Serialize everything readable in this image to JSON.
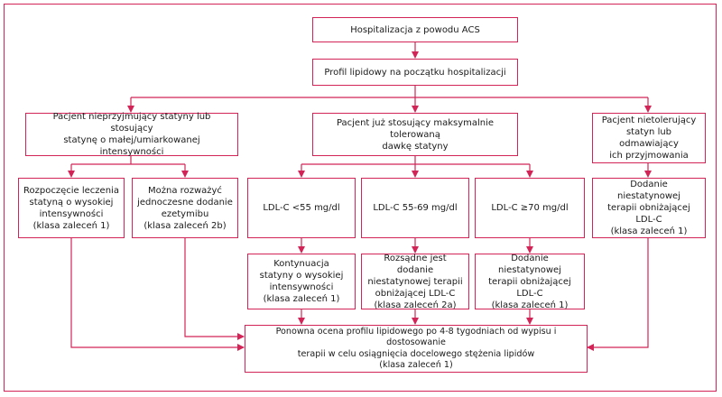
{
  "colors": {
    "accent": "#d22457",
    "text": "#1a1a1a",
    "background": "#ffffff"
  },
  "boxes": {
    "hospitalization": "Hospitalizacja z powodu ACS",
    "lipid_profile": "Profil lipidowy na początku hospitalizacji",
    "not_taking_statin": "Pacjent nieprzyjmujący statyny lub stosujący\nstatynę o małej/umiarkowanej intensywności",
    "max_statin": "Pacjent już stosujący maksymalnie tolerowaną\ndawkę statyny",
    "statin_intolerant": "Pacjent nietolerujący\nstatyn lub odmawiający\nich przyjmowania",
    "start_high_intensity": "Rozpoczęcie leczenia\nstatyną o wysokiej\nintensywności\n(klasa zaleceń 1)",
    "consider_ezetimibe": "Można rozważyć\njednoczesne dodanie\nezetymibu\n(klasa zaleceń 2b)",
    "ldl_below_55": "LDL-C <55 mg/dl",
    "ldl_55_69": "LDL-C 55-69 mg/dl",
    "ldl_70_plus": "LDL-C ≥70 mg/dl",
    "add_nonstatin_intolerant": "Dodanie niestatynowej\nterapii obniżającej\nLDL-C\n(klasa zaleceń 1)",
    "continue_statin": "Kontynuacja\nstatyny o wysokiej\nintensywności\n(klasa zaleceń 1)",
    "reasonable_nonstatin": "Rozsądne jest dodanie\nniestatynowej terapii\nobniżającej LDL-C\n(klasa zaleceń 2a)",
    "add_nonstatin": "Dodanie niestatynowej\nterapii obniżającej\nLDL-C\n(klasa zaleceń 1)",
    "reassessment": "Ponowna ocena profilu lipidowego po 4-8 tygodniach od wypisu i dostosowanie\nterapii w celu osiągnięcia docelowego stężenia lipidów\n(klasa zaleceń 1)"
  }
}
